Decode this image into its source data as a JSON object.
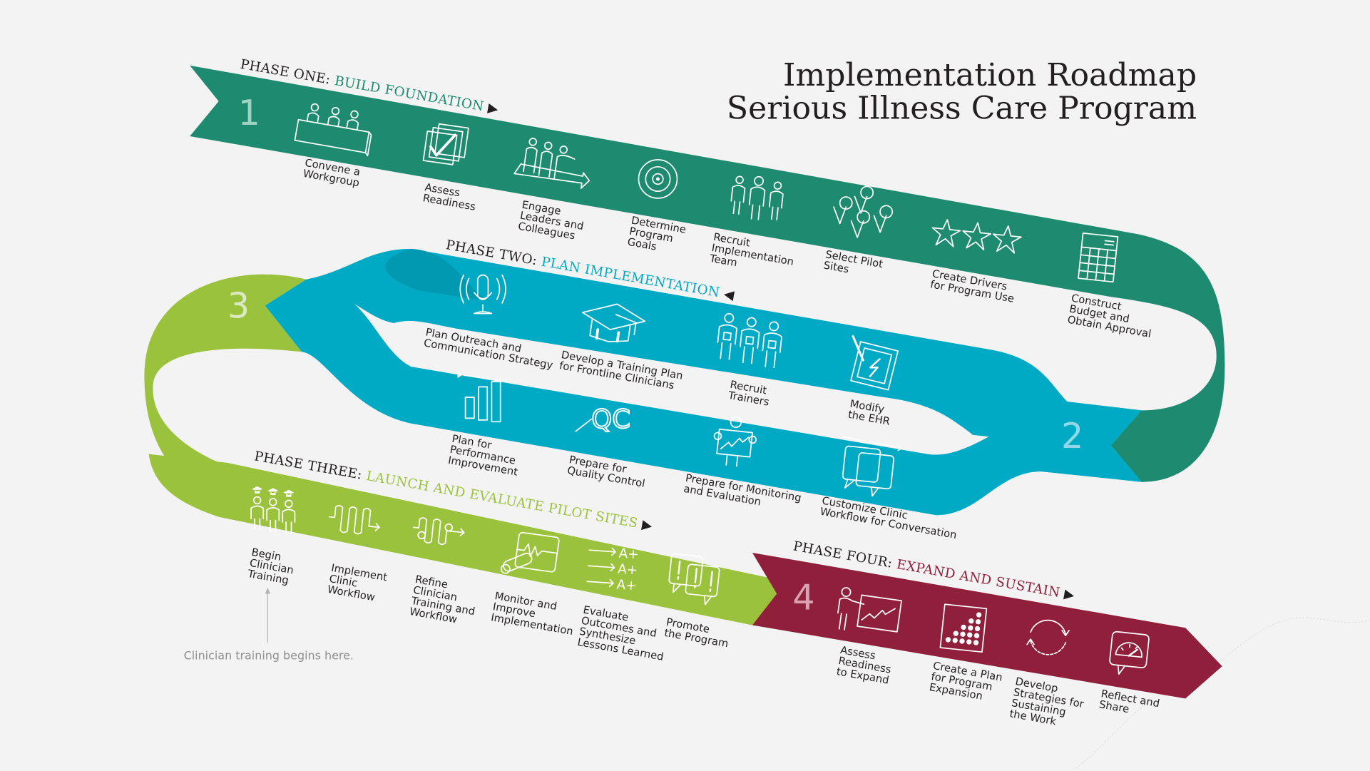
{
  "title": {
    "line1": "Implementation Roadmap",
    "line2": "Serious Illness Care Program"
  },
  "colors": {
    "background": "#f3f3f3",
    "phase1": "#1e8b70",
    "phase2": "#00aac4",
    "phase2_shade": "#0199b2",
    "phase3": "#9bc23c",
    "phase4": "#8f1f3a",
    "text": "#231f20"
  },
  "phases": [
    {
      "number": "1",
      "prefix": "PHASE ONE:",
      "name": "BUILD FOUNDATION",
      "direction_icon": "triangle-right",
      "steps": [
        {
          "icon": "workgroup-table-icon",
          "label": [
            "Convene a",
            "Workgroup"
          ]
        },
        {
          "icon": "checklist-icon",
          "label": [
            "Assess",
            "Readiness"
          ]
        },
        {
          "icon": "leaders-arrow-icon",
          "label": [
            "Engage",
            "Leaders and",
            "Colleagues"
          ]
        },
        {
          "icon": "target-icon",
          "label": [
            "Determine",
            "Program",
            "Goals"
          ]
        },
        {
          "icon": "team-icon",
          "label": [
            "Recruit",
            "Implementation",
            "Team"
          ]
        },
        {
          "icon": "map-pins-icon",
          "label": [
            "Select Pilot",
            "Sites"
          ]
        },
        {
          "icon": "three-stars-icon",
          "label": [
            "Create Drivers",
            "for Program Use"
          ]
        },
        {
          "icon": "spreadsheet-icon",
          "label": [
            "Construct",
            "Budget and",
            "Obtain Approval"
          ]
        }
      ]
    },
    {
      "number": "2",
      "prefix": "PHASE TWO:",
      "name": "PLAN IMPLEMENTATION",
      "direction_icon": "triangle-left",
      "steps": [
        {
          "icon": "microphone-icon",
          "label": [
            "Plan Outreach and",
            "Communication Strategy"
          ]
        },
        {
          "icon": "graduation-cap-icon",
          "label": [
            "Develop a Training Plan",
            "for Frontline Clinicians"
          ]
        },
        {
          "icon": "trainers-icon",
          "label": [
            "Recruit",
            "Trainers"
          ]
        },
        {
          "icon": "tablet-pen-icon",
          "label": [
            "Modify",
            "the EHR"
          ]
        },
        {
          "icon": "bar-chart-icon",
          "label": [
            "Plan for",
            "Performance",
            "Improvement"
          ]
        },
        {
          "icon": "qc-magnifier-icon",
          "label": [
            "Prepare for",
            "Quality Control"
          ]
        },
        {
          "icon": "person-chart-icon",
          "label": [
            "Prepare for Monitoring",
            "and Evaluation"
          ]
        },
        {
          "icon": "speech-bubbles-icon",
          "label": [
            "Customize Clinic",
            "Workflow for Conversation"
          ]
        }
      ]
    },
    {
      "number": "3",
      "prefix": "PHASE THREE:",
      "name": "LAUNCH AND EVALUATE PILOT SITES",
      "direction_icon": "triangle-right",
      "steps": [
        {
          "icon": "graduates-icon",
          "label": [
            "Begin",
            "Clinician",
            "Training"
          ]
        },
        {
          "icon": "workflow-path-icon",
          "label": [
            "Implement",
            "Clinic",
            "Workflow"
          ]
        },
        {
          "icon": "refine-path-icon",
          "label": [
            "Refine",
            "Clinician",
            "Training and",
            "Workflow"
          ]
        },
        {
          "icon": "monitor-scope-icon",
          "label": [
            "Monitor and",
            "Improve",
            "Implementation"
          ]
        },
        {
          "icon": "grades-icon",
          "label": [
            "Evaluate",
            "Outcomes and",
            "Synthesize",
            "Lessons Learned"
          ]
        },
        {
          "icon": "exclamation-bubbles-icon",
          "label": [
            "Promote",
            "the Program"
          ]
        }
      ]
    },
    {
      "number": "4",
      "prefix": "PHASE FOUR:",
      "name": "EXPAND AND SUSTAIN",
      "direction_icon": "triangle-right",
      "steps": [
        {
          "icon": "presenter-chart-icon",
          "label": [
            "Assess",
            "Readiness",
            "to Expand"
          ]
        },
        {
          "icon": "growth-pins-icon",
          "label": [
            "Create a Plan",
            "for Program",
            "Expansion"
          ]
        },
        {
          "icon": "cycle-arrows-icon",
          "label": [
            "Develop",
            "Strategies for",
            "Sustaining",
            "the Work"
          ]
        },
        {
          "icon": "gauge-bubble-icon",
          "label": [
            "Reflect and",
            "Share"
          ]
        }
      ]
    }
  ],
  "grade_text": "A+",
  "qc_text": "QC",
  "note": "Clinician training begins here."
}
